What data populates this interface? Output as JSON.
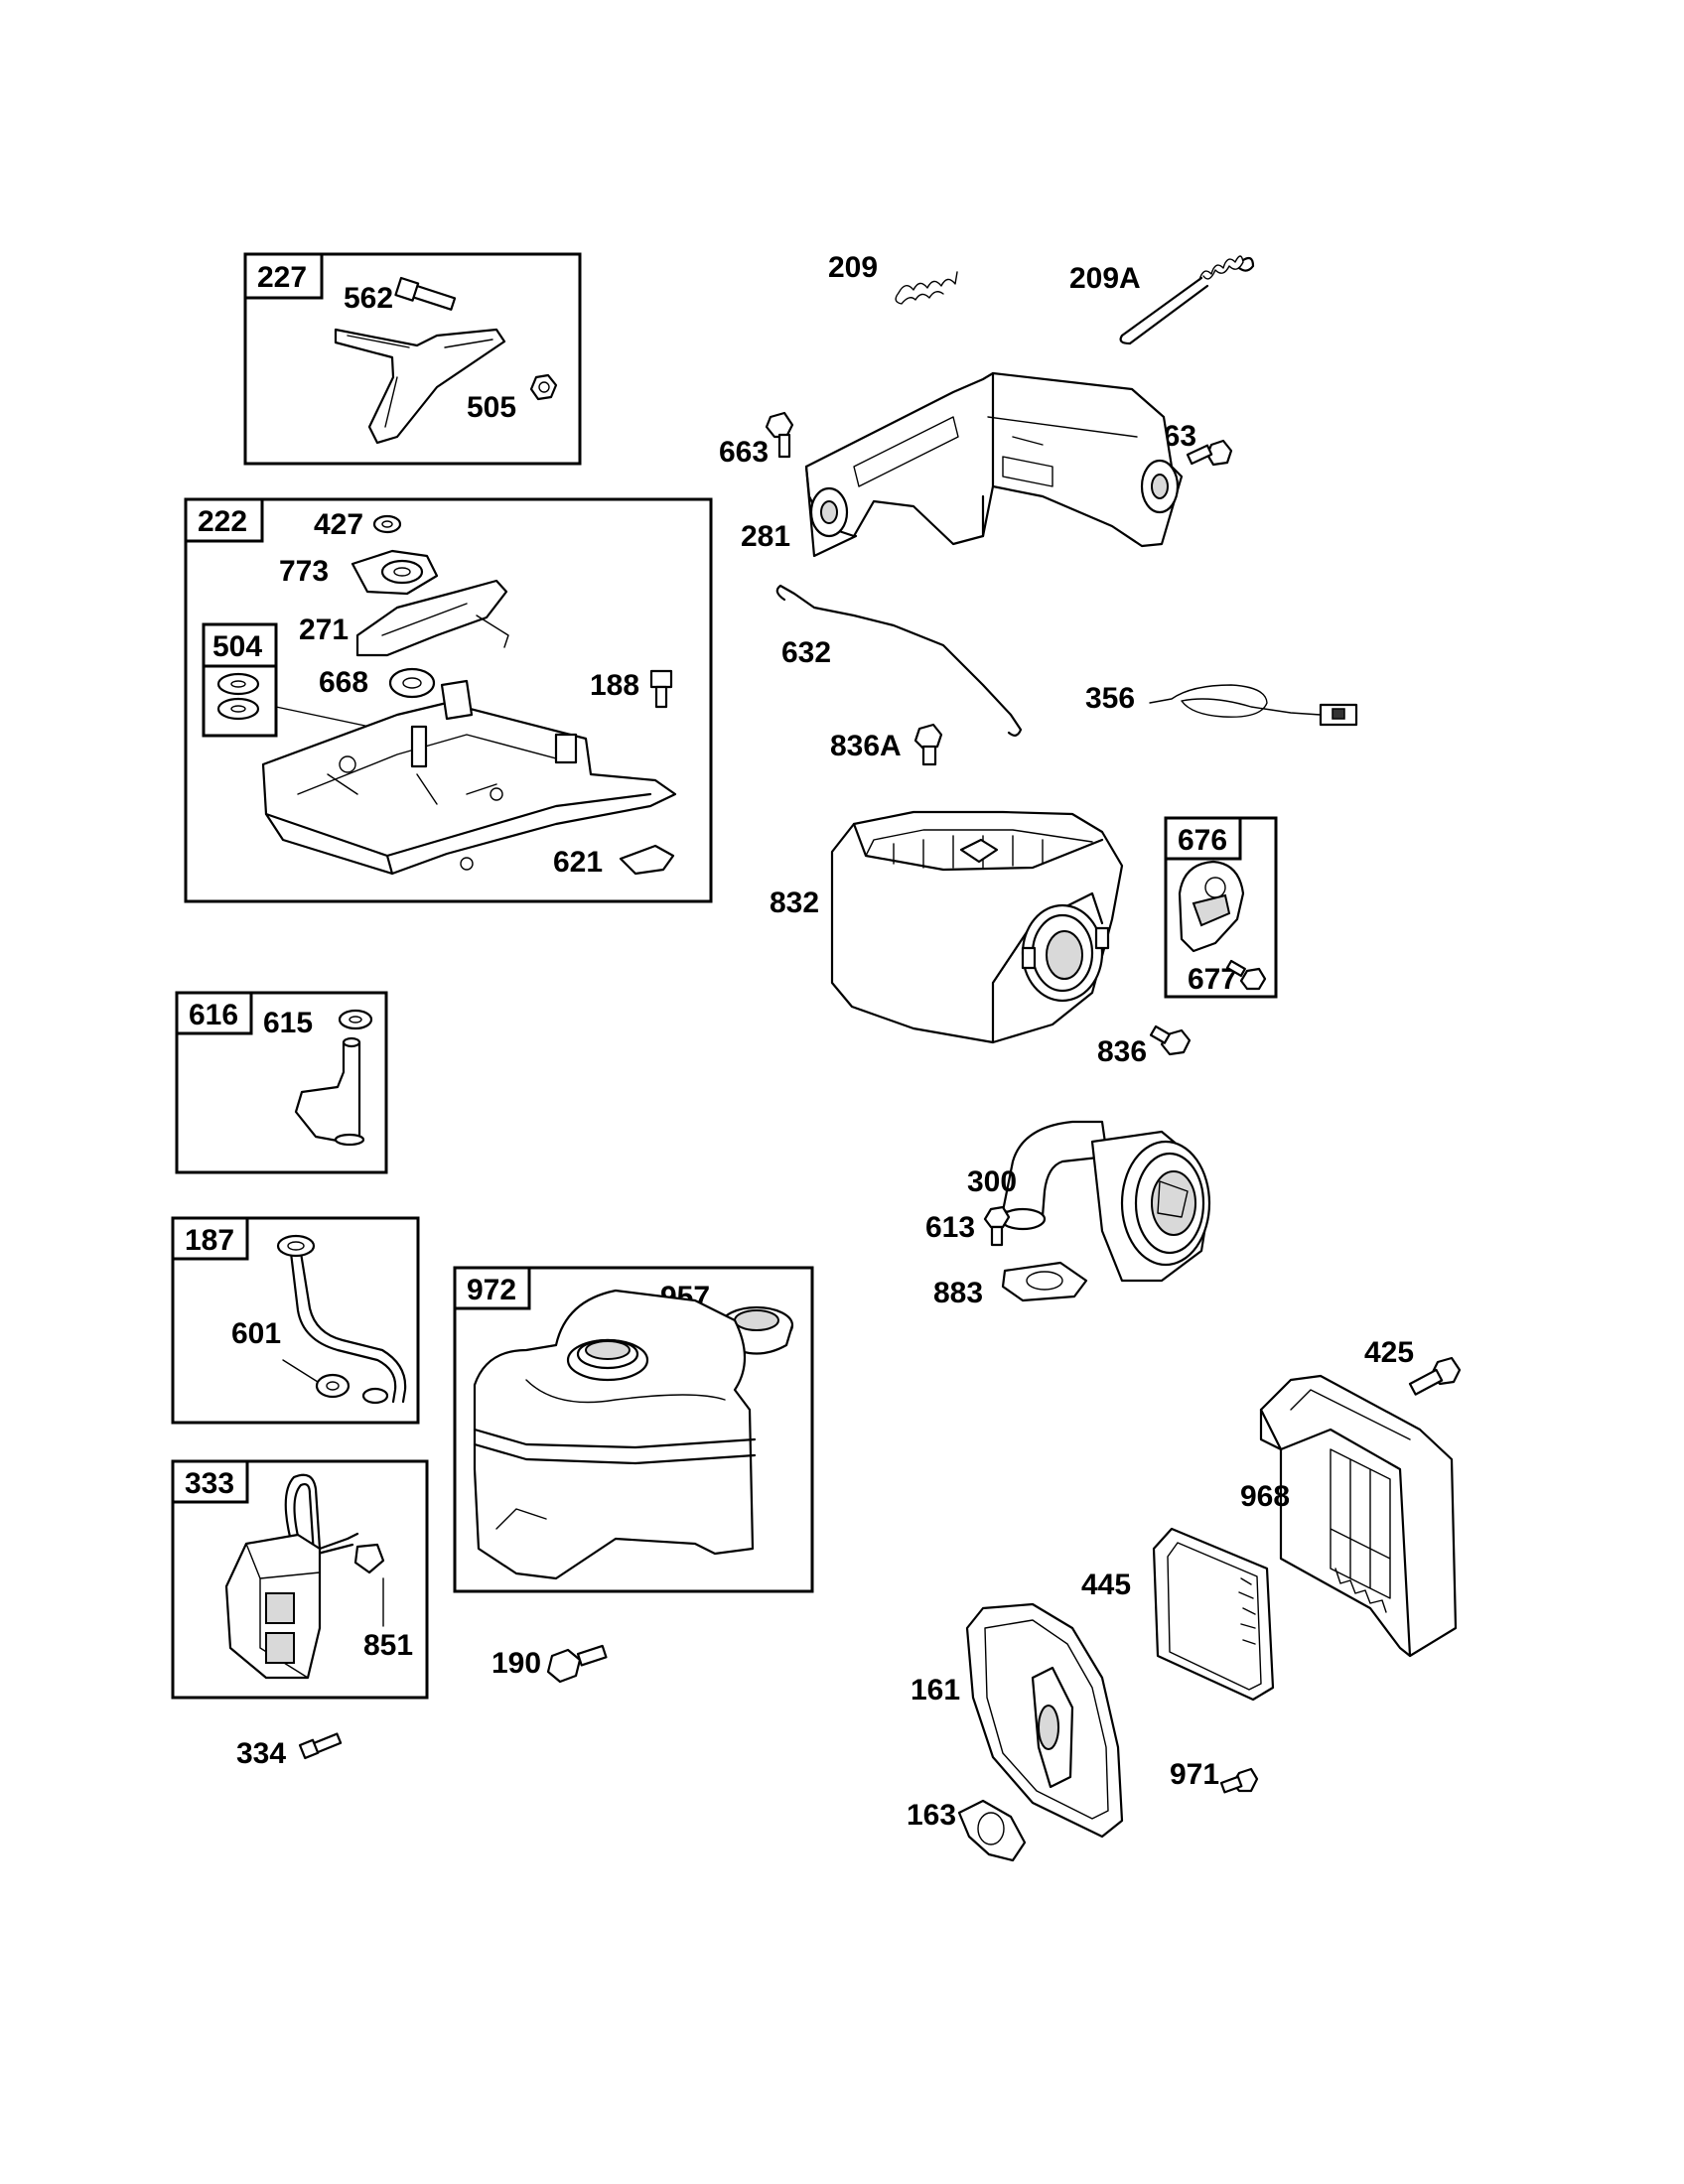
{
  "labels": {
    "l227": "227",
    "l562": "562",
    "l505": "505",
    "l222": "222",
    "l427": "427",
    "l773": "773",
    "l271": "271",
    "l504": "504",
    "l668": "668",
    "l188": "188",
    "l621": "621",
    "l616": "616",
    "l615": "615",
    "l187": "187",
    "l601": "601",
    "l333": "333",
    "l851": "851",
    "l334": "334",
    "l972": "972",
    "l957": "957",
    "l190": "190",
    "l209": "209",
    "l209a": "209A",
    "l663a": "663",
    "l663b": "663",
    "l281": "281",
    "l632": "632",
    "l356": "356",
    "l836a": "836A",
    "l832": "832",
    "l676": "676",
    "l677": "677",
    "l836": "836",
    "l300": "300",
    "l613": "613",
    "l883": "883",
    "l425": "425",
    "l968": "968",
    "l445": "445",
    "l161": "161",
    "l971": "971",
    "l163": "163"
  }
}
